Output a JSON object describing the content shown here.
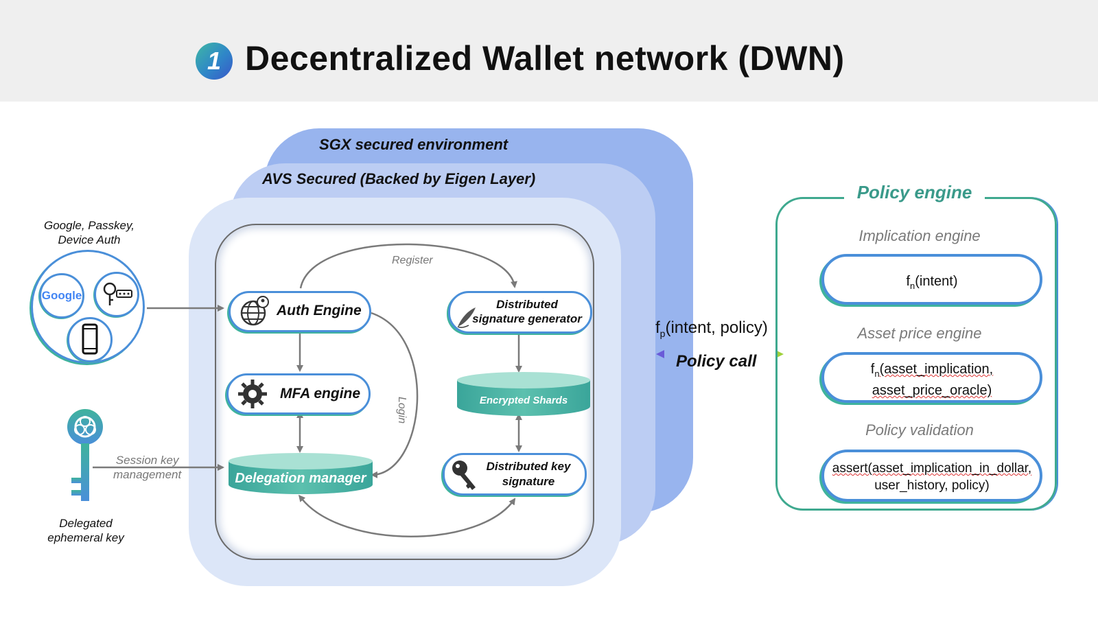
{
  "header": {
    "step_number": "1",
    "title": "Decentralized Wallet network (DWN)"
  },
  "layers": {
    "sgx_label": "SGX secured environment",
    "avs_label": "AVS Secured (Backed by Eigen Layer)"
  },
  "auth_sources": {
    "caption_line1": "Google, Passkey,",
    "caption_line2": "Device Auth",
    "google_logo": "Google"
  },
  "ephemeral_key": {
    "caption_line1": "Delegated",
    "caption_line2": "ephemeral key",
    "session_label_line1": "Session key",
    "session_label_line2": "management"
  },
  "core": {
    "auth_engine": "Auth Engine",
    "mfa_engine": "MFA engine",
    "delegation_manager": "Delegation manager",
    "dsg_line1": "Distributed",
    "dsg_line2": "signature generator",
    "encrypted_shards": "Encrypted Shards",
    "dks_line1": "Distributed key",
    "dks_line2": "signature",
    "register_label": "Register",
    "login_label": "Login"
  },
  "policy_call": {
    "fn_prefix": "f",
    "fn_sub": "p",
    "fn_args": "(intent, policy)",
    "label": "Policy call"
  },
  "policy_engine": {
    "title": "Policy engine",
    "implication_label": "Implication engine",
    "implication_fn_prefix": "f",
    "implication_fn_sub": "n",
    "implication_fn_args": "(intent)",
    "asset_label": "Asset price engine",
    "asset_fn_prefix": "f",
    "asset_fn_sub": "n",
    "asset_fn_line1": "(asset_implication,",
    "asset_fn_line2": "asset_price_oracle)",
    "validation_label": "Policy validation",
    "validation_line1": "assert(asset_implication_in_dollar,",
    "validation_line2": "user_history, policy)"
  },
  "colors": {
    "accent_blue": "#4a8fd9",
    "accent_teal": "#3fb39d",
    "sgx_layer": "#98b4ee",
    "avs_layer": "#bccdf3",
    "inner_layer": "#dce6f8"
  }
}
